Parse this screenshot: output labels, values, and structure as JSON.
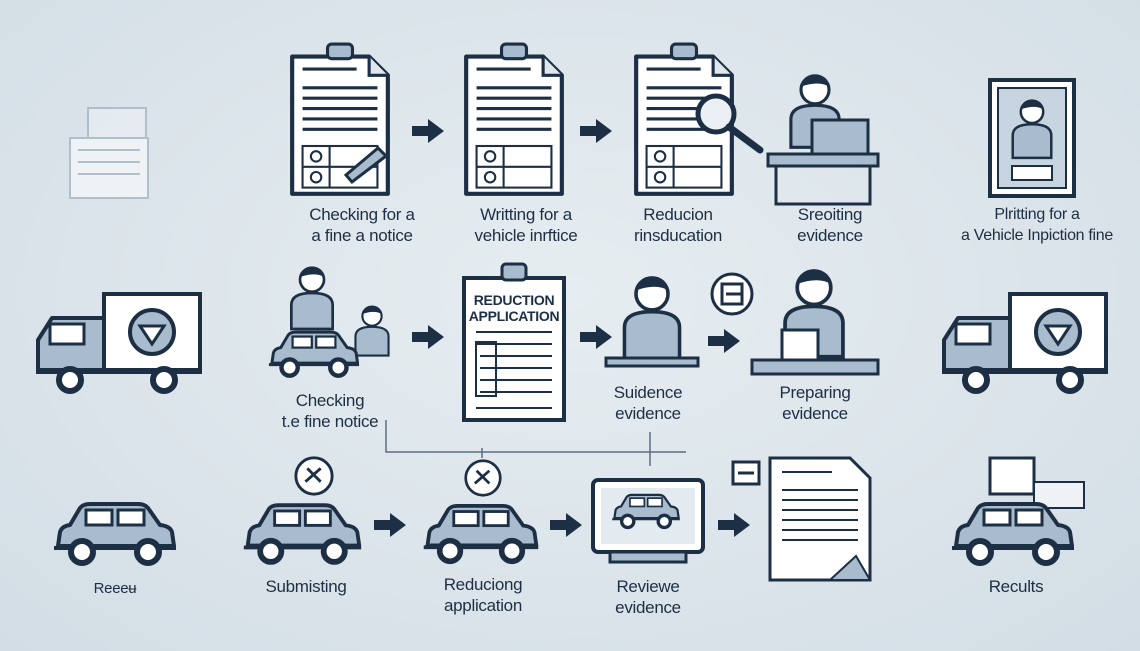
{
  "row1": [
    {
      "line1": "Checking for a",
      "line2": "a fine a notice"
    },
    {
      "line1": "Writting for a",
      "line2": "vehicle inrftice"
    },
    {
      "line1": "Reducion",
      "line2": "rinsducation"
    },
    {
      "line1": "Sreoiting",
      "line2": "evidence"
    },
    {
      "line1": "Plritting for a",
      "line2": "a Vehicle Inpiction fine"
    }
  ],
  "row2": [
    {
      "line1": "Checking",
      "line2": "t.e fine notice"
    },
    {
      "doc_title1": "REDUCTION",
      "doc_title2": "APPLICATION"
    },
    {
      "line1": "Suidence",
      "line2": "evidence"
    },
    {
      "line1": "Preparing",
      "line2": "evidence"
    }
  ],
  "row3": [
    {
      "line1": "Reeeʉ"
    },
    {
      "line1": "Submisting"
    },
    {
      "line1": "Reduciong",
      "line2": "application"
    },
    {
      "line1": "Reviewe",
      "line2": "evidence"
    },
    {
      "line1": "Recults"
    }
  ],
  "colors": {
    "ink": "#1d2f44",
    "fill": "#a8bccd",
    "paper": "#ffffff",
    "background": "#dde6ec"
  }
}
